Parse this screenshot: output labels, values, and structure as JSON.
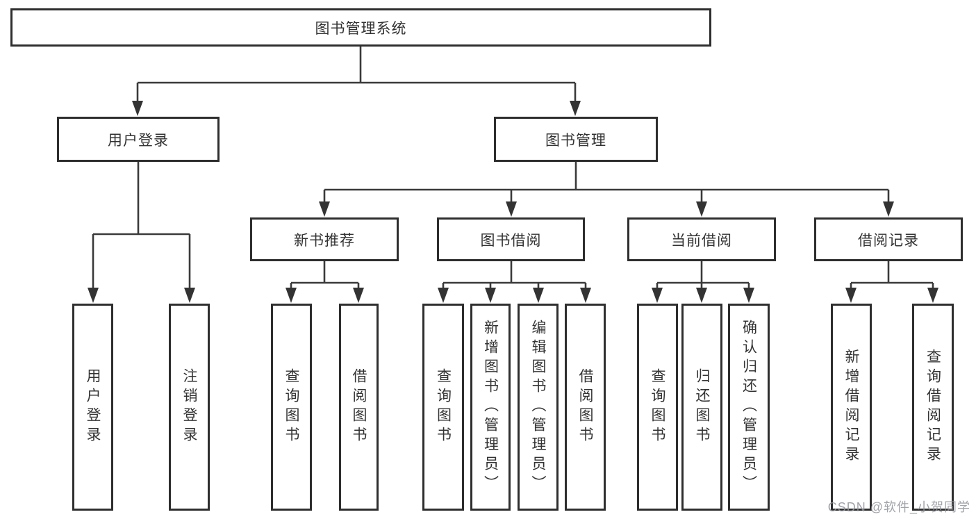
{
  "diagram": {
    "root": {
      "label": "图书管理系统"
    },
    "level2": [
      {
        "label": "用户登录"
      },
      {
        "label": "图书管理"
      }
    ],
    "level3": [
      {
        "label": "新书推荐"
      },
      {
        "label": "图书借阅"
      },
      {
        "label": "当前借阅"
      },
      {
        "label": "借阅记录"
      }
    ],
    "leaves": [
      {
        "label": "用户登录"
      },
      {
        "label": "注销登录"
      },
      {
        "label": "查询图书"
      },
      {
        "label": "借阅图书"
      },
      {
        "label": "查询图书"
      },
      {
        "label": "新增图书（管理员）"
      },
      {
        "label": "编辑图书（管理员）"
      },
      {
        "label": "借阅图书"
      },
      {
        "label": "查询图书"
      },
      {
        "label": "归还图书"
      },
      {
        "label": "确认归还（管理员）"
      },
      {
        "label": "新增借阅记录"
      },
      {
        "label": "查询借阅记录"
      }
    ]
  },
  "watermark": {
    "text": "CSDN @软件_小贺同学",
    "color": "#94969e"
  },
  "colors": {
    "line": "#3a3a3a",
    "box_border": "#2e2e2e",
    "text": "#333333",
    "background": "#ffffff"
  }
}
